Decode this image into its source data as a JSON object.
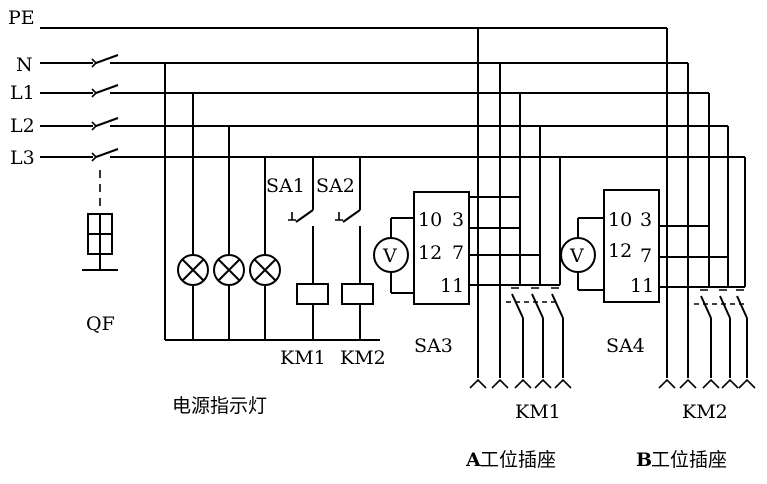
{
  "lines": {
    "pe": "PE",
    "n": "N",
    "l1": "L1",
    "l2": "L2",
    "l3": "L3"
  },
  "breaker": {
    "label": "QF"
  },
  "indicator": {
    "caption": "电源指示灯"
  },
  "switches": {
    "sa1": "SA1",
    "sa2": "SA2"
  },
  "contactor_coils": {
    "km1": "KM1",
    "km2": "KM2"
  },
  "voltmeter": {
    "symbol": "V"
  },
  "sa3": {
    "label": "SA3",
    "t10": "10",
    "t3": "3",
    "t12": "12",
    "t7": "7",
    "t11": "11"
  },
  "sa4": {
    "label": "SA4",
    "t10": "10",
    "t3": "3",
    "t12": "12",
    "t7": "7",
    "t11": "11"
  },
  "station_a": {
    "contacts_label": "KM1",
    "letter": "A",
    "caption": "工位插座"
  },
  "station_b": {
    "contacts_label": "KM2",
    "letter": "B",
    "caption": "工位插座"
  }
}
